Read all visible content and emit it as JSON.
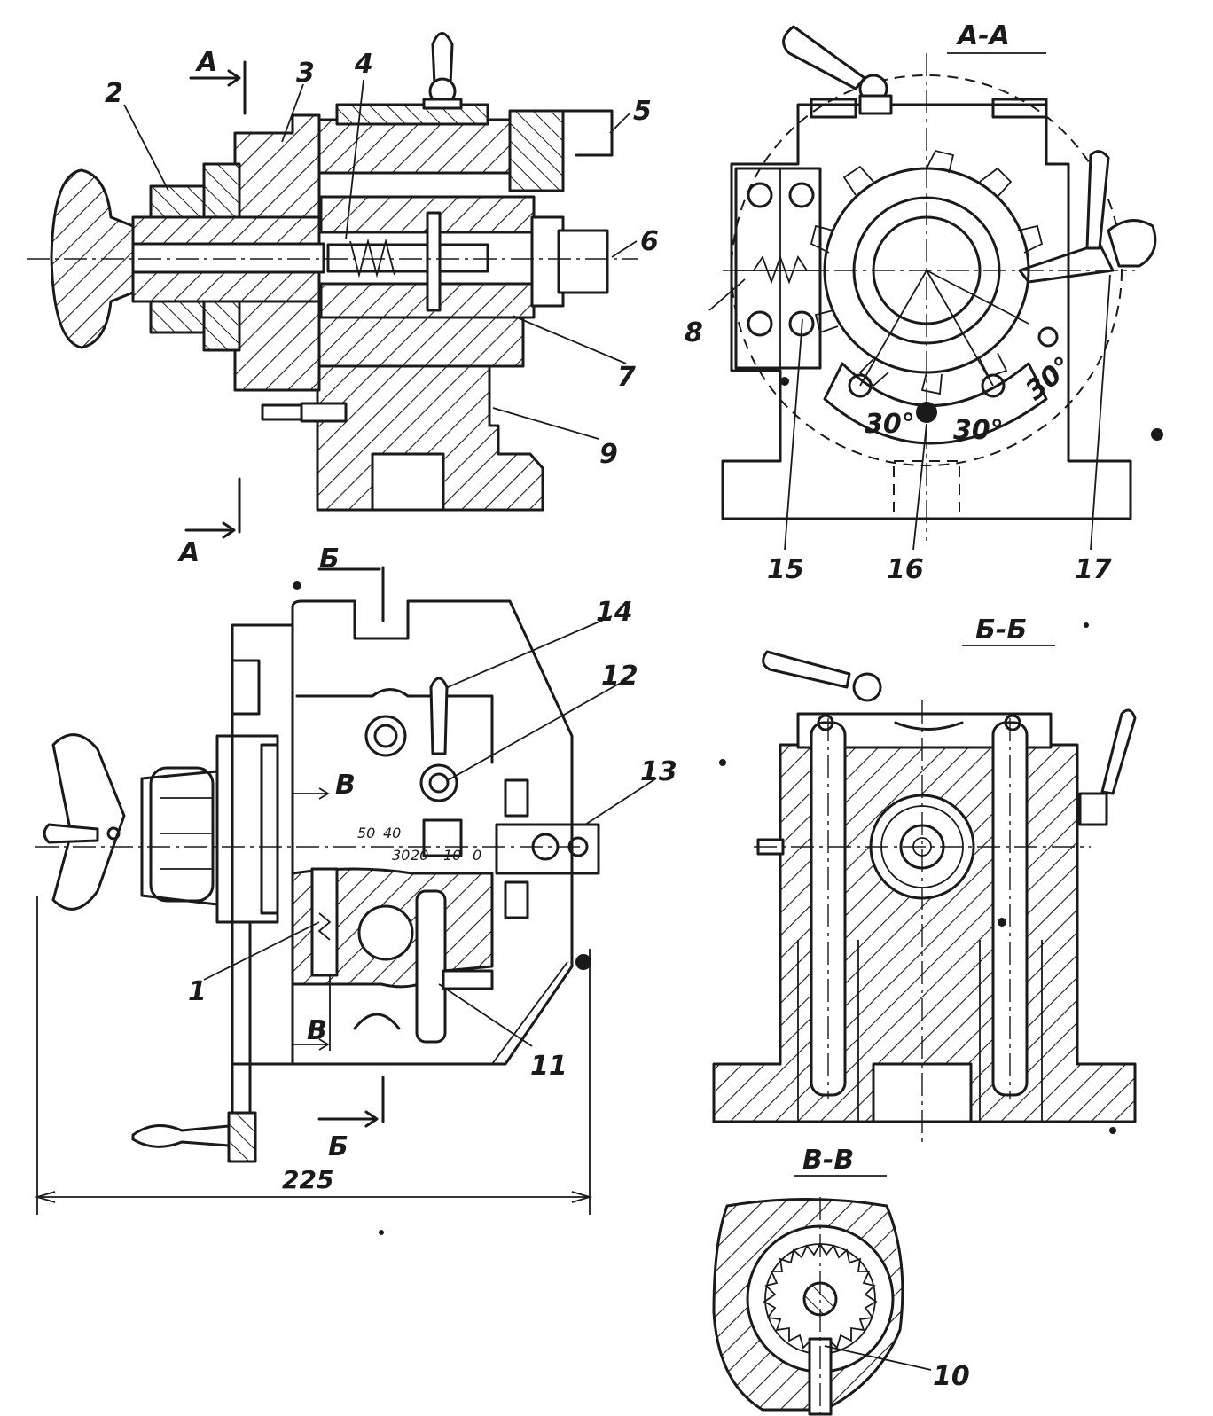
{
  "sections": {
    "a": "А-А",
    "b": "Б-Б",
    "v": "В-В"
  },
  "cut_marks": {
    "a_top": "А",
    "a_bottom": "А",
    "b_top": "Б",
    "b_bottom": "Б",
    "v_top": "В",
    "v_bottom": "В"
  },
  "part_labels": {
    "p1": "1",
    "p2": "2",
    "p3": "3",
    "p4": "4",
    "p5": "5",
    "p6": "6",
    "p7": "7",
    "p8": "8",
    "p9": "9",
    "p10": "10",
    "p11": "11",
    "p12": "12",
    "p13": "13",
    "p14": "14",
    "p15": "15",
    "p16": "16",
    "p17": "17"
  },
  "scale_marks": {
    "m50": "50",
    "m40": "40",
    "m30": "30",
    "m20": "20",
    "m10": "10",
    "m0": "0"
  },
  "angle_marks": {
    "left": "30°",
    "mid": "30°",
    "right": "30°"
  },
  "dimension": {
    "overall_width": "225"
  }
}
